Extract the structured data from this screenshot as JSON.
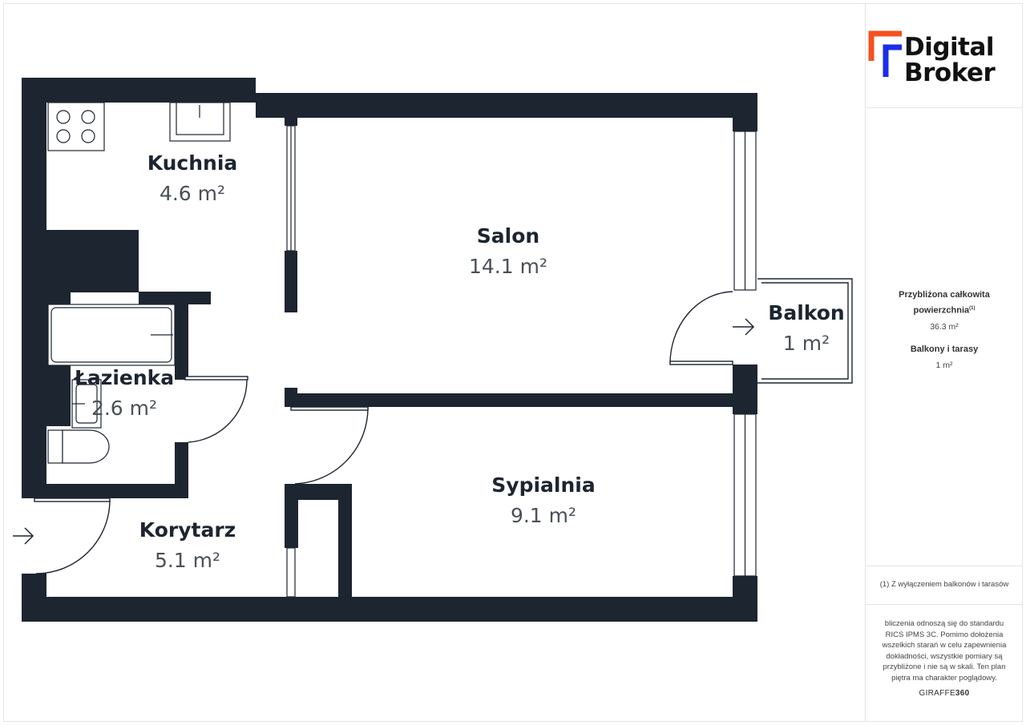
{
  "rooms": {
    "kuchnia": {
      "name": "Kuchnia",
      "area": "4.6 m²"
    },
    "salon": {
      "name": "Salon",
      "area": "14.1 m²"
    },
    "balkon": {
      "name": "Balkon",
      "area": "1 m²"
    },
    "lazienka": {
      "name": "Łazienka",
      "area": "2.6 m²"
    },
    "sypialnia": {
      "name": "Sypialnia",
      "area": "9.1 m²"
    },
    "korytarz": {
      "name": "Korytarz",
      "area": "5.1 m²"
    }
  },
  "logo": {
    "line1": "Digital",
    "line2": "Broker",
    "colors": {
      "orange": "#f4511e",
      "blue": "#1a2ee8"
    }
  },
  "summary": {
    "total_label_line1": "Przybliżona całkowita",
    "total_label_line2": "powierzchnia",
    "total_footnote_mark": "(1)",
    "total_value": "36.3 m²",
    "balconies_label": "Balkony i tarasy",
    "balconies_value": "1 m²"
  },
  "footnote": "(1) Z wyłączeniem balkonów i tarasów",
  "disclaimer": "bliczenia odnoszą się do standardu RICS IPMS 3C. Pomimo dołożenia wszelkich starań w celu zapewnienia dokładności, wszystkie pomiary są przybliżone i nie są w skali. Ten plan piętra ma charakter poglądowy.",
  "brand": {
    "part1": "GIRAFFE",
    "part2": "360"
  },
  "colors": {
    "wall": "#1d2530",
    "text_dark": "#1d2530",
    "text_area": "#4a5058"
  }
}
